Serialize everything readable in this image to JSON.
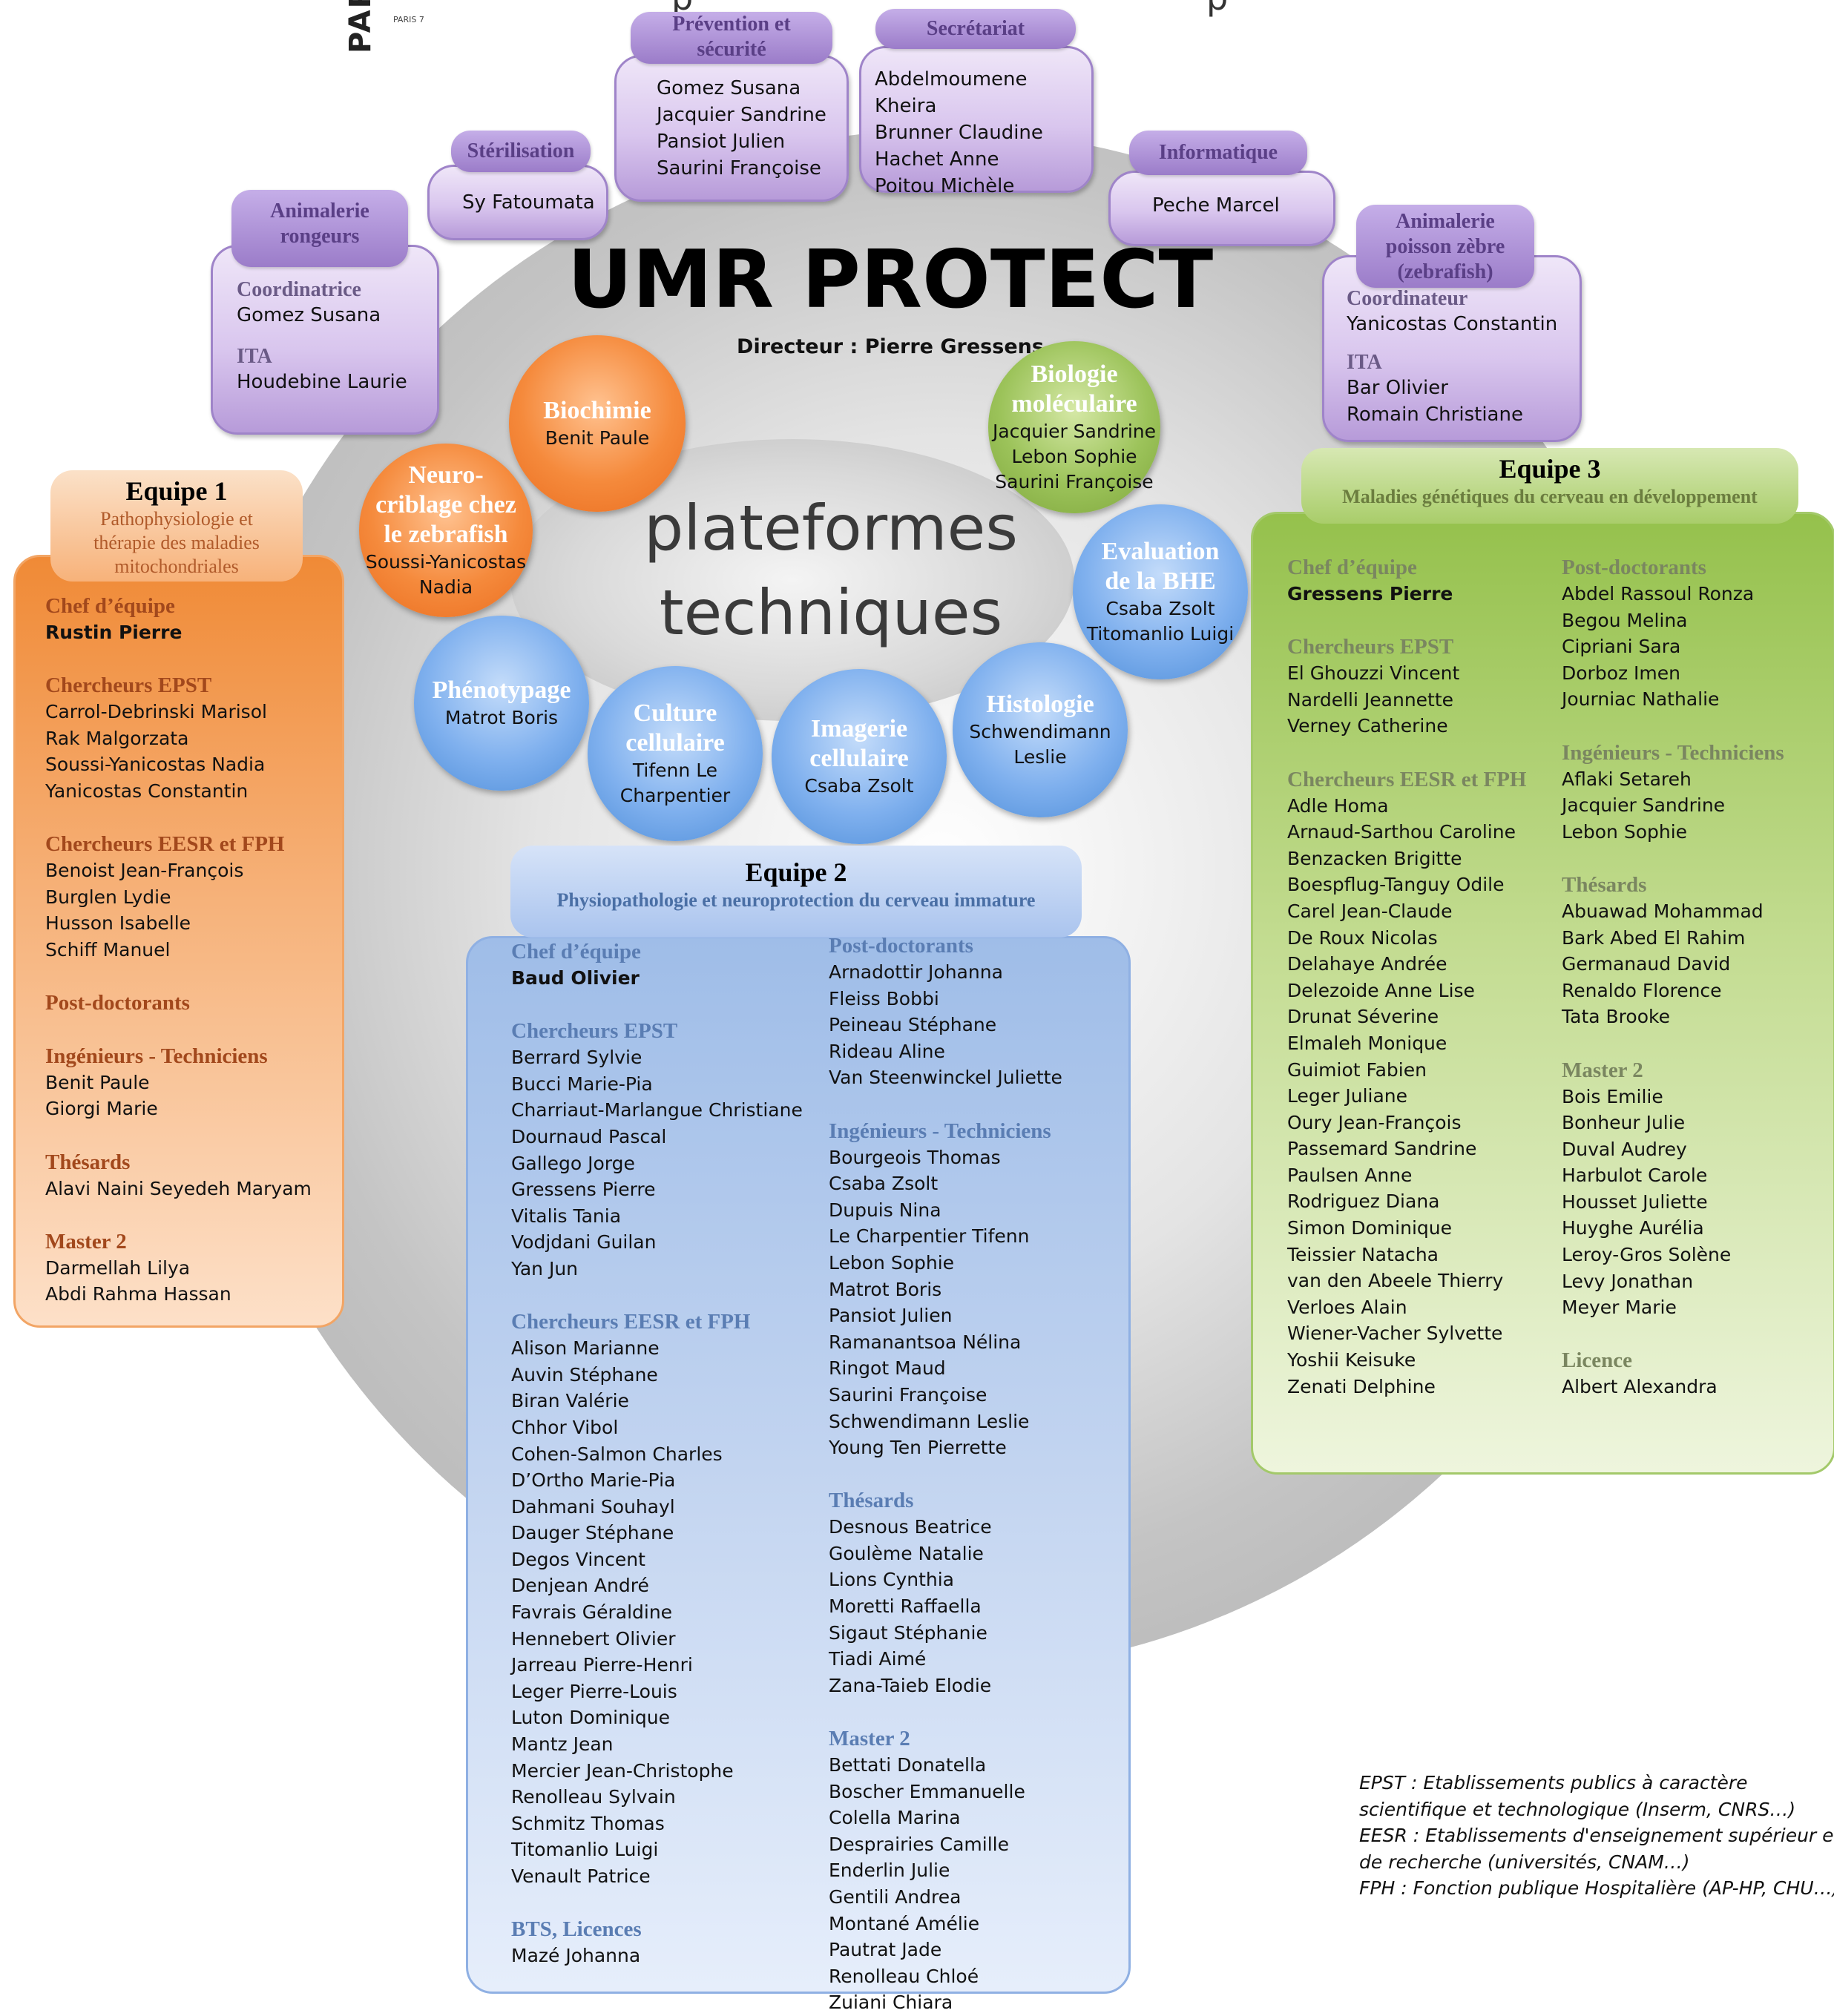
{
  "logo": {
    "text": "PAR",
    "sub": "PARIS 7"
  },
  "top_fragment": "p",
  "top_fragment_2": "p",
  "title": "UMR PROTECT",
  "director": "Directeur : Pierre Gressens",
  "center_label": [
    "plateformes",
    "techniques"
  ],
  "services": {
    "prevention": {
      "tab": [
        "Prévention et",
        "sécurité"
      ],
      "names": [
        "Gomez Susana",
        "Jacquier Sandrine",
        "Pansiot Julien",
        "Saurini Françoise"
      ]
    },
    "secretariat": {
      "tab": [
        "Secrétariat"
      ],
      "names": [
        "Abdelmoumene Kheira",
        "Brunner Claudine",
        "Hachet  Anne",
        "Poitou Michèle"
      ]
    },
    "sterilisation": {
      "tab": [
        "Stérilisation"
      ],
      "names": [
        "Sy Fatoumata"
      ]
    },
    "informatique": {
      "tab": [
        "Informatique"
      ],
      "names": [
        "Peche Marcel"
      ]
    },
    "animalerie_rongeurs": {
      "tab": [
        "Animalerie",
        "rongeurs"
      ],
      "label1": "Coordinatrice",
      "names1": [
        "Gomez Susana"
      ],
      "label2": "ITA",
      "names2": [
        "Houdebine Laurie"
      ]
    },
    "animalerie_poisson": {
      "tab": [
        "Animalerie",
        "poisson zèbre",
        "(zebrafish)"
      ],
      "label1": "Coordinateur",
      "names1": [
        "Yanicostas Constantin"
      ],
      "label2": "ITA",
      "names2": [
        "Bar Olivier",
        "Romain Christiane"
      ]
    }
  },
  "platforms": [
    {
      "title": [
        "Biochimie"
      ],
      "names": [
        "Benit Paule"
      ]
    },
    {
      "title": [
        "Biologie",
        "moléculaire"
      ],
      "names": [
        "Jacquier Sandrine",
        "Lebon Sophie",
        "Saurini Françoise"
      ]
    },
    {
      "title": [
        "Neuro-",
        "criblage chez",
        "le zebrafish"
      ],
      "names": [
        "Soussi-Yanicostas",
        "Nadia"
      ]
    },
    {
      "title": [
        "Evaluation",
        "de la BHE"
      ],
      "names": [
        "Csaba Zsolt",
        "Titomanlio Luigi"
      ]
    },
    {
      "title": [
        "Phénotypage"
      ],
      "names": [
        "Matrot Boris"
      ]
    },
    {
      "title": [
        "Culture",
        "cellulaire"
      ],
      "names": [
        "Tifenn Le",
        "Charpentier"
      ]
    },
    {
      "title": [
        "Imagerie",
        "cellulaire"
      ],
      "names": [
        "Csaba Zsolt"
      ]
    },
    {
      "title": [
        "Histologie"
      ],
      "names": [
        "Schwendimann",
        "Leslie"
      ]
    }
  ],
  "team1": {
    "title": "Equipe 1",
    "subtitle": [
      "Pathophysiologie et",
      "thérapie des maladies",
      "mitochondriales"
    ],
    "sections": [
      {
        "label": "Chef d’équipe",
        "names": [
          "Rustin Pierre"
        ],
        "bold": true
      },
      {
        "label": "Chercheurs EPST",
        "names": [
          "Carrol-Debrinski Marisol",
          "Rak Malgorzata",
          "Soussi-Yanicostas Nadia",
          "Yanicostas Constantin"
        ]
      },
      {
        "label": "Chercheurs EESR et FPH",
        "names": [
          "Benoist Jean-François",
          "Burglen  Lydie",
          "Husson Isabelle",
          "Schiff Manuel"
        ]
      },
      {
        "label": "Post-doctorants",
        "names": []
      },
      {
        "label": "Ingénieurs - Techniciens",
        "names": [
          "Benit Paule",
          "Giorgi Marie"
        ]
      },
      {
        "label": "Thésards",
        "names": [
          "Alavi Naini Seyedeh Maryam"
        ]
      },
      {
        "label": "Master 2",
        "names": [
          "Darmellah Lilya",
          "Abdi Rahma Hassan"
        ]
      }
    ]
  },
  "team2": {
    "title": "Equipe 2",
    "subtitle": "Physiopathologie et neuroprotection du cerveau immature",
    "col1": [
      {
        "label": "Chef d’équipe",
        "names": [
          "Baud Olivier"
        ],
        "bold": true
      },
      {
        "label": "Chercheurs EPST",
        "names": [
          "Berrard Sylvie",
          "Bucci Marie-Pia",
          "Charriaut-Marlangue Christiane",
          "Dournaud Pascal",
          "Gallego Jorge",
          "Gressens Pierre",
          "Vitalis Tania",
          "Vodjdani Guilan",
          "Yan Jun"
        ]
      },
      {
        "label": "Chercheurs EESR et FPH",
        "names": [
          "Alison Marianne",
          "Auvin Stéphane",
          "Biran Valérie",
          "Chhor Vibol",
          "Cohen-Salmon Charles",
          "D’Ortho Marie-Pia",
          "Dahmani Souhayl",
          "Dauger Stéphane",
          "Degos Vincent",
          "Denjean André",
          "Favrais Géraldine",
          "Hennebert Olivier",
          "Jarreau Pierre-Henri",
          "Leger Pierre-Louis",
          "Luton Dominique",
          "Mantz Jean",
          "Mercier Jean-Christophe",
          "Renolleau Sylvain",
          "Schmitz Thomas",
          "Titomanlio Luigi",
          "Venault Patrice"
        ]
      },
      {
        "label": "BTS, Licences",
        "names": [
          "Mazé Johanna"
        ]
      }
    ],
    "col2": [
      {
        "label": "Post-doctorants",
        "names": [
          "Arnadottir Johanna",
          "Fleiss Bobbi",
          "Peineau Stéphane",
          "Rideau Aline",
          "Van Steenwinckel Juliette"
        ]
      },
      {
        "label": "Ingénieurs - Techniciens",
        "names": [
          "Bourgeois Thomas",
          "Csaba Zsolt",
          "Dupuis Nina",
          "Le Charpentier Tifenn",
          "Lebon Sophie",
          "Matrot Boris",
          "Pansiot Julien",
          "Ramanantsoa Nélina",
          "Ringot Maud",
          "Saurini Françoise",
          "Schwendimann Leslie",
          "Young Ten Pierrette"
        ]
      },
      {
        "label": "Thésards",
        "names": [
          "Desnous Beatrice",
          "Goulème Natalie",
          "Lions Cynthia",
          "Moretti Raffaella",
          "Sigaut Stéphanie",
          "Tiadi Aimé",
          "Zana-Taieb Elodie"
        ]
      },
      {
        "label": "Master 2",
        "names": [
          "Bettati Donatella",
          "Boscher Emmanuelle",
          "Colella Marina",
          "Desprairies Camille",
          "Enderlin Julie",
          "Gentili Andrea",
          "Montané Amélie",
          "Pautrat Jade",
          "Renolleau Chloé",
          "Zuiani Chiara"
        ]
      }
    ]
  },
  "team3": {
    "title": "Equipe 3",
    "subtitle": "Maladies génétiques du cerveau en développement",
    "col1": [
      {
        "label": "Chef d’équipe",
        "names": [
          "Gressens Pierre"
        ],
        "bold": true
      },
      {
        "label": "Chercheurs EPST",
        "names": [
          "El Ghouzzi Vincent",
          "Nardelli Jeannette",
          "Verney Catherine"
        ]
      },
      {
        "label": "Chercheurs EESR et FPH",
        "names": [
          "Adle Homa",
          "Arnaud-Sarthou Caroline",
          "Benzacken Brigitte",
          "Boespflug-Tanguy Odile",
          "Carel Jean-Claude",
          "De Roux Nicolas",
          "Delahaye Andrée",
          "Delezoide Anne Lise",
          "Drunat Séverine",
          "Elmaleh Monique",
          "Guimiot Fabien",
          "Leger Juliane",
          "Oury Jean-François",
          "Passemard Sandrine",
          "Paulsen Anne",
          "Rodriguez Diana",
          "Simon Dominique",
          "Teissier Natacha",
          "van den Abeele Thierry",
          "Verloes Alain",
          "Wiener-Vacher Sylvette",
          "Yoshii Keisuke",
          "Zenati Delphine"
        ]
      }
    ],
    "col2": [
      {
        "label": "Post-doctorants",
        "names": [
          "Abdel Rassoul Ronza",
          "Begou Melina",
          "Cipriani Sara",
          "Dorboz Imen",
          "Journiac Nathalie"
        ]
      },
      {
        "label": "Ingénieurs - Techniciens",
        "names": [
          "Aflaki Setareh",
          "Jacquier Sandrine",
          "Lebon Sophie"
        ]
      },
      {
        "label": "Thésards",
        "names": [
          "Abuawad Mohammad",
          "Bark Abed El Rahim",
          "Germanaud David",
          "Renaldo Florence",
          "Tata Brooke"
        ]
      },
      {
        "label": "Master 2",
        "names": [
          "Bois Emilie",
          "Bonheur Julie",
          "Duval Audrey",
          "Harbulot Carole",
          "Housset Juliette",
          "Huyghe  Aurélia",
          "Leroy-Gros Solène",
          "Levy Jonathan",
          "Meyer Marie"
        ]
      },
      {
        "label": "Licence",
        "names": [
          "Albert Alexandra"
        ]
      }
    ]
  },
  "legend": [
    "EPST : Etablissements publics à caractère",
    "scientifique et technologique (Inserm, CNRS…)",
    "EESR : Etablissements d'enseignement supérieur et",
    "de recherche (universités, CNAM…)",
    "FPH : Fonction publique Hospitalière (AP-HP, CHU…)"
  ],
  "colors": {
    "orange": "#f58a3c",
    "green": "#9cc35a",
    "blue": "#7fb0ee",
    "purple": "#9b7cc9"
  }
}
